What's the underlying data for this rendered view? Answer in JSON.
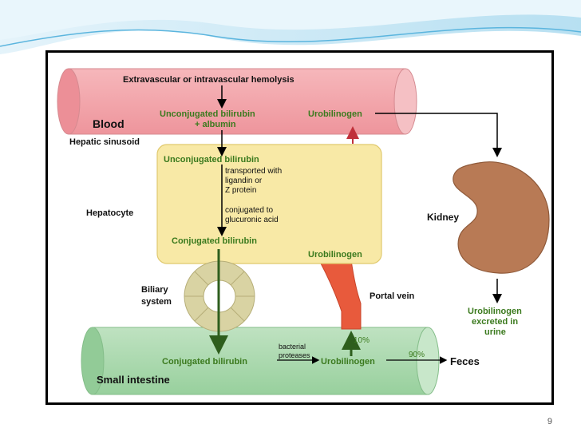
{
  "labels": {
    "hemolysis": "Extravascular or intravascular hemolysis",
    "unconj_albumin_1": "Unconjugated bilirubin",
    "unconj_albumin_2": "+ albumin",
    "blood": "Blood",
    "urobilinogen_blood": "Urobilinogen",
    "hepatic_sinusoid": "Hepatic sinusoid",
    "unconj_hepatocyte": "Unconjugated bilirubin",
    "transport_1": "transported with",
    "transport_2": "ligandin or",
    "transport_3": "Z protein",
    "conjugate_1": "conjugated to",
    "conjugate_2": "glucuronic acid",
    "hepatocyte": "Hepatocyte",
    "conj_hepatocyte": "Conjugated bilirubin",
    "urobilinogen_hepatocyte": "Urobilinogen",
    "kidney": "Kidney",
    "biliary_1": "Biliary",
    "biliary_2": "system",
    "portal_vein": "Portal vein",
    "urine_1": "Urobilinogen",
    "urine_2": "excreted in",
    "urine_3": "urine",
    "percent_10": "10%",
    "bacterial_1": "bacterial",
    "bacterial_2": "proteases",
    "percent_90": "90%",
    "conj_intestine": "Conjugated bilirubin",
    "urobilinogen_intestine": "Urobilinogen",
    "feces": "Feces",
    "small_intestine": "Small intestine"
  },
  "page_number": "9",
  "colors": {
    "blood_vessel": "#f0a3a8",
    "hepatocyte_box": "#f8e9a6",
    "intestine": "#a9d8ad",
    "kidney": "#b87a55",
    "portal_vein": "#e85a3c",
    "biliary": "#d9d3a3",
    "green_text": "#3b7a1e",
    "dark_green_arrow": "#2e5e1d",
    "red_arrow": "#c0303a"
  }
}
